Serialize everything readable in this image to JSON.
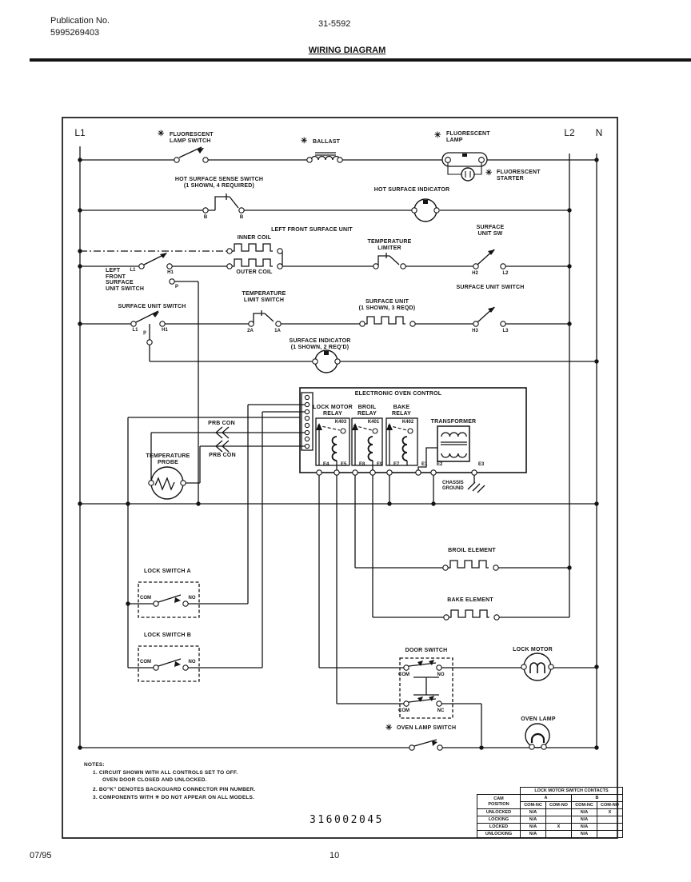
{
  "header": {
    "publication_label": "Publication No.",
    "publication_number": "5995269403",
    "document_number": "31-5592",
    "title": "WIRING DIAGRAM"
  },
  "footer": {
    "date": "07/95",
    "page": "10"
  },
  "part_number": "316002045",
  "symbols": {
    "asterisk": "✳"
  },
  "bus": {
    "l1": "L1",
    "l2": "L2",
    "n": "N"
  },
  "colors": {
    "ink": "#141414",
    "paper": "#ffffff"
  },
  "labels": {
    "fluorescent_lamp_switch": "FLUORESCENT\nLAMP SWITCH",
    "ballast": "BALLAST",
    "fluorescent_lamp": "FLUORESCENT\nLAMP",
    "fluorescent_starter": "FLUORESCENT\nSTARTER",
    "hot_surface_sense_switch": "HOT SURFACE SENSE SWITCH\n(1 SHOWN, 4 REQUIRED)",
    "hot_surface_indicator": "HOT SURFACE INDICATOR",
    "left_front_surface_unit": "LEFT FRONT SURFACE UNIT",
    "inner_coil": "INNER COIL",
    "outer_coil": "OUTER COIL",
    "left_front_surface_unit_switch": "LEFT\nFRONT\nSURFACE\nUNIT SWITCH",
    "temperature_limiter": "TEMPERATURE\nLIMITER",
    "surface_unit_sw": "SURFACE\nUNIT SW",
    "surface_unit_switch_left": "SURFACE UNIT SWITCH",
    "temperature_limit_switch": "TEMPERATURE\nLIMIT SWITCH",
    "surface_unit": "SURFACE UNIT\n(1 SHOWN, 3 REQD)",
    "surface_unit_switch_right": "SURFACE UNIT SWITCH",
    "surface_indicator": "SURFACE INDICATOR\n(1 SHOWN, 2 REQ'D)",
    "electronic_oven_control": "ELECTRONIC OVEN CONTROL",
    "lock_motor_relay": "LOCK MOTOR\nRELAY",
    "broil_relay": "BROIL\nRELAY",
    "bake_relay": "BAKE\nRELAY",
    "k403": "K403",
    "k401": "K401",
    "k402": "K402",
    "transformer": "TRANSFORMER",
    "prb_con": "PRB CON",
    "temperature_probe": "TEMPERATURE\nPROBE",
    "chassis_ground": "CHASSIS\nGROUND",
    "lock_switch_a": "LOCK SWITCH A",
    "lock_switch_b": "LOCK SWITCH B",
    "broil_element": "BROIL ELEMENT",
    "bake_element": "BAKE ELEMENT",
    "door_switch": "DOOR SWITCH",
    "lock_motor": "LOCK MOTOR",
    "oven_lamp": "OVEN LAMP",
    "oven_lamp_switch": "OVEN LAMP SWITCH"
  },
  "terminals": {
    "b1": "B",
    "b2": "B",
    "l1_a": "L1",
    "h1_a": "H1",
    "p_a": "P",
    "h2": "H2",
    "l2_a": "L2",
    "l1_b": "L1",
    "p_b": "p",
    "h1_b": "H1",
    "t2a": "2A",
    "t1a": "1A",
    "h3": "H3",
    "l3": "L3",
    "e4": "E4",
    "e5": "E5",
    "e8": "E8",
    "e9": "E9",
    "e7": "E7",
    "e1": "E1",
    "e2": "E2",
    "e3": "E3",
    "lock_a_com": "COM",
    "lock_a_no": "NO",
    "lock_b_com": "COM",
    "lock_b_no": "NO",
    "door_com_top": "COM",
    "door_no": "NO",
    "door_com_bottom": "COM",
    "door_nc": "NC"
  },
  "notes": {
    "heading": "NOTES:",
    "line1": "1. CIRCUIT SHOWN WITH ALL CONTROLS SET TO OFF.",
    "line1b": "OVEN DOOR CLOSED AND UNLOCKED.",
    "line2": "2. BO\"K\" DENOTES BACKGUARD CONNECTOR PIN NUMBER.",
    "line3": "3. COMPONENTS WITH ✳ DO NOT APPEAR ON ALL MODELS."
  },
  "table": {
    "title": "LOCK MOTOR SWITCH CONTACTS",
    "cam_header": "CAM\nPOSITION",
    "group_a": "A",
    "group_b": "B",
    "contact_headers": [
      "COM-NC",
      "COM-NO",
      "COM-NC",
      "COM-NO"
    ],
    "rows": [
      {
        "label": "UNLOCKED",
        "cells": [
          "N/A",
          "",
          "N/A",
          "X"
        ]
      },
      {
        "label": "LOCKING",
        "cells": [
          "N/A",
          "",
          "N/A",
          ""
        ]
      },
      {
        "label": "LOCKED",
        "cells": [
          "N/A",
          "X",
          "N/A",
          ""
        ]
      },
      {
        "label": "UNLOCKING",
        "cells": [
          "N/A",
          "",
          "N/A",
          ""
        ]
      }
    ]
  }
}
